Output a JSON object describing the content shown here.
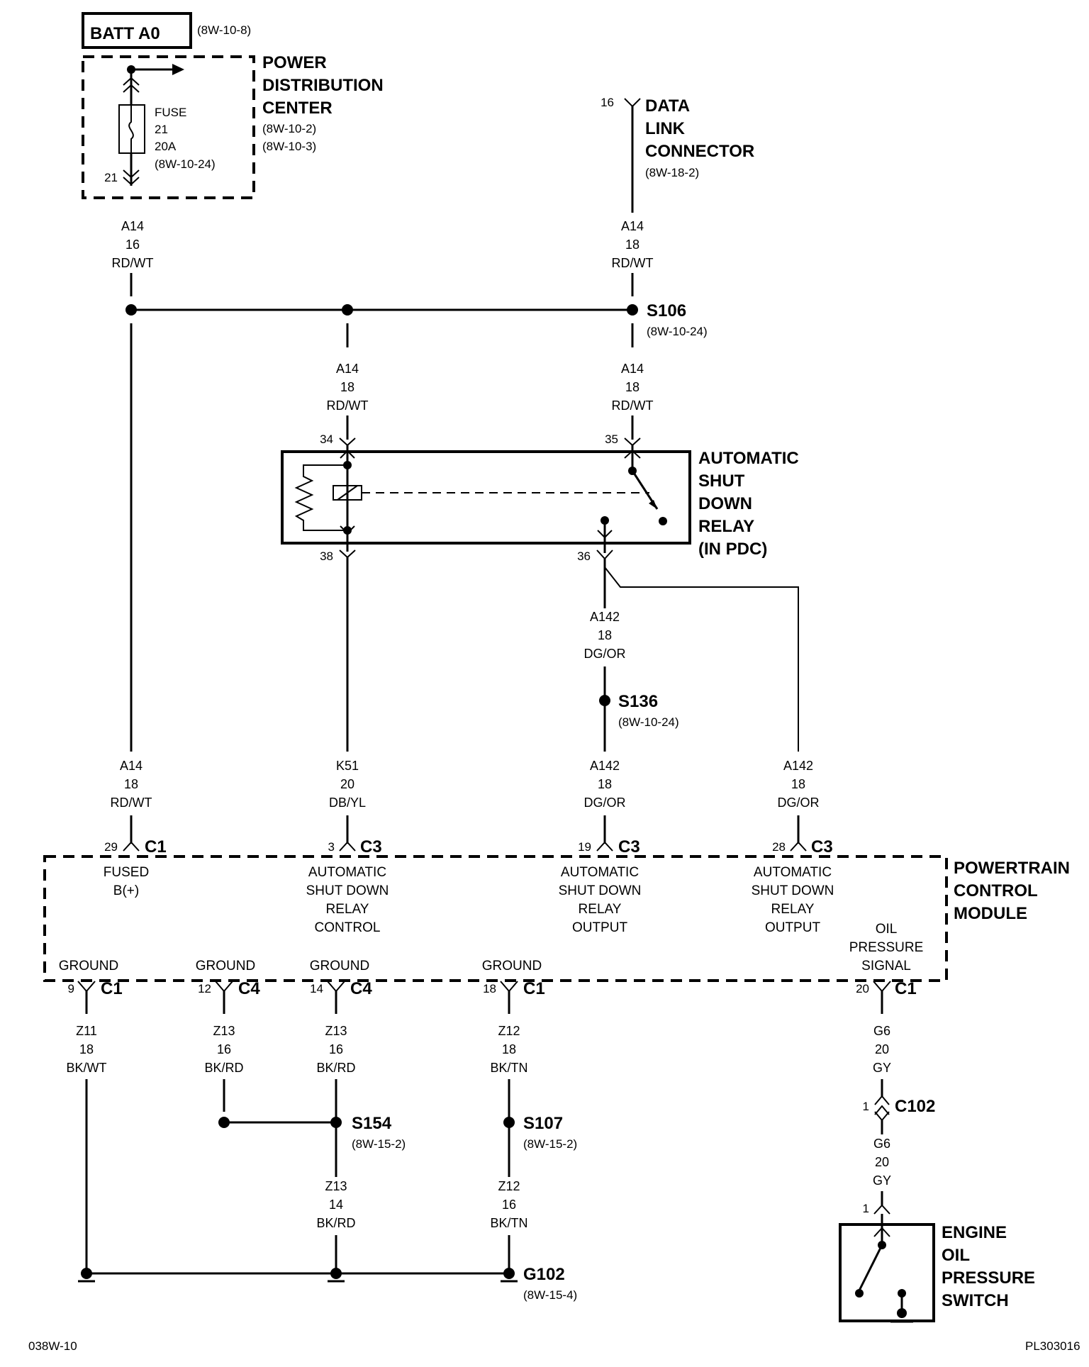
{
  "batt": {
    "label": "BATT A0",
    "ref": "(8W-10-8)"
  },
  "pdc": {
    "title": [
      "POWER",
      "DISTRIBUTION",
      "CENTER"
    ],
    "refs": [
      "(8W-10-2)",
      "(8W-10-3)"
    ],
    "fuse": {
      "lines": [
        "FUSE",
        "21",
        "20A",
        "(8W-10-24)"
      ],
      "pin": "21"
    }
  },
  "dlc": {
    "pin": "16",
    "title": [
      "DATA",
      "LINK",
      "CONNECTOR"
    ],
    "ref": "(8W-18-2)"
  },
  "wires": {
    "pdc_out": [
      "A14",
      "16",
      "RD/WT"
    ],
    "dlc_out": [
      "A14",
      "18",
      "RD/WT"
    ],
    "asd_34": [
      "A14",
      "18",
      "RD/WT"
    ],
    "asd_35": [
      "A14",
      "18",
      "RD/WT"
    ],
    "asd_36": [
      "A142",
      "18",
      "DG/OR"
    ],
    "pcm_29": [
      "A14",
      "18",
      "RD/WT"
    ],
    "pcm_3": [
      "K51",
      "20",
      "DB/YL"
    ],
    "pcm_19": [
      "A142",
      "18",
      "DG/OR"
    ],
    "pcm_28": [
      "A142",
      "18",
      "DG/OR"
    ],
    "g_9": [
      "Z11",
      "18",
      "BK/WT"
    ],
    "g_12": [
      "Z13",
      "16",
      "BK/RD"
    ],
    "g_14": [
      "Z13",
      "16",
      "BK/RD"
    ],
    "g_18": [
      "Z12",
      "18",
      "BK/TN"
    ],
    "s154_out": [
      "Z13",
      "14",
      "BK/RD"
    ],
    "s107_out": [
      "Z12",
      "16",
      "BK/TN"
    ],
    "oil_a": [
      "G6",
      "20",
      "GY"
    ],
    "oil_b": [
      "G6",
      "20",
      "GY"
    ]
  },
  "splices": {
    "s106": {
      "id": "S106",
      "ref": "(8W-10-24)"
    },
    "s136": {
      "id": "S136",
      "ref": "(8W-10-24)"
    },
    "s154": {
      "id": "S154",
      "ref": "(8W-15-2)"
    },
    "s107": {
      "id": "S107",
      "ref": "(8W-15-2)"
    },
    "g102": {
      "id": "G102",
      "ref": "(8W-15-4)"
    }
  },
  "asd": {
    "title": [
      "AUTOMATIC",
      "SHUT",
      "DOWN",
      "RELAY",
      "(IN PDC)"
    ],
    "pins": {
      "p34": "34",
      "p35": "35",
      "p38": "38",
      "p36": "36"
    }
  },
  "pcm": {
    "title": [
      "POWERTRAIN",
      "CONTROL",
      "MODULE"
    ],
    "top": [
      {
        "pin": "29",
        "conn": "C1",
        "func": [
          "FUSED",
          "B(+)"
        ]
      },
      {
        "pin": "3",
        "conn": "C3",
        "func": [
          "AUTOMATIC",
          "SHUT DOWN",
          "RELAY",
          "CONTROL"
        ]
      },
      {
        "pin": "19",
        "conn": "C3",
        "func": [
          "AUTOMATIC",
          "SHUT DOWN",
          "RELAY",
          "OUTPUT"
        ]
      },
      {
        "pin": "28",
        "conn": "C3",
        "func": [
          "AUTOMATIC",
          "SHUT DOWN",
          "RELAY",
          "OUTPUT"
        ]
      }
    ],
    "bottom": [
      {
        "pin": "9",
        "conn": "C1",
        "func": [
          "GROUND"
        ]
      },
      {
        "pin": "12",
        "conn": "C4",
        "func": [
          "GROUND"
        ]
      },
      {
        "pin": "14",
        "conn": "C4",
        "func": [
          "GROUND"
        ]
      },
      {
        "pin": "18",
        "conn": "C1",
        "func": [
          "GROUND"
        ]
      },
      {
        "pin": "20",
        "conn": "C1",
        "func": [
          "OIL",
          "PRESSURE",
          "SIGNAL"
        ]
      }
    ]
  },
  "c102": {
    "pin": "1",
    "id": "C102"
  },
  "oil_switch": {
    "pin": "1",
    "title": [
      "ENGINE",
      "OIL",
      "PRESSURE",
      "SWITCH"
    ]
  },
  "footer": {
    "left": "038W-10",
    "right": "PL303016"
  }
}
